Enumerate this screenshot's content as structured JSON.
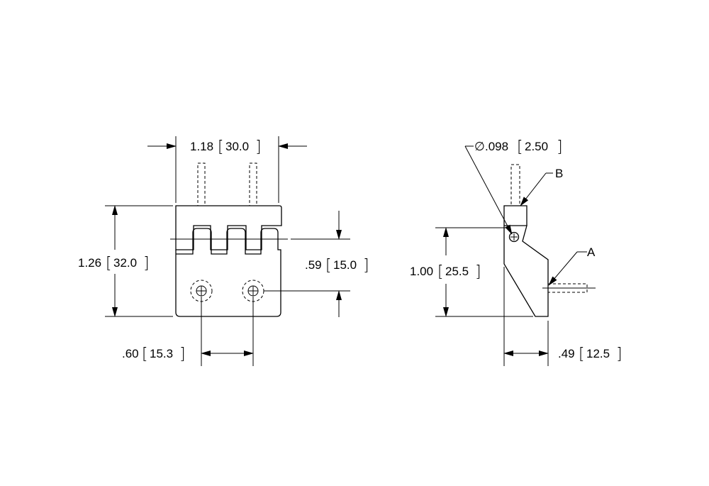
{
  "dimensions": {
    "width": {
      "inch": "1.18",
      "mm": "30.0"
    },
    "height": {
      "inch": "1.26",
      "mm": "32.0"
    },
    "hole_spacing": {
      "inch": ".60",
      "mm": "15.3"
    },
    "hole_offset": {
      "inch": ".59",
      "mm": "15.0"
    },
    "side_height": {
      "inch": "1.00",
      "mm": "25.5"
    },
    "side_depth": {
      "inch": ".49",
      "mm": "12.5"
    },
    "pin_diameter": {
      "symbol": "∅",
      "inch": ".098",
      "mm": "2.50"
    }
  },
  "callouts": {
    "b": "B",
    "a": "A"
  }
}
